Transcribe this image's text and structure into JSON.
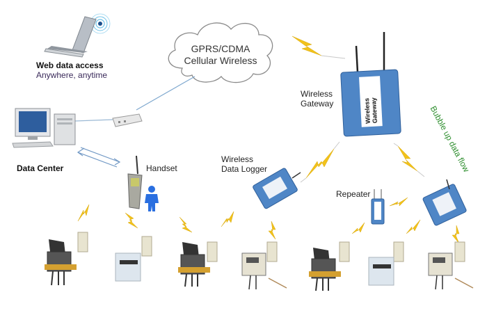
{
  "title": "Wireless meter reading network diagram",
  "nodes": {
    "web_access": {
      "title": "Web data access",
      "subtitle": "Anywhere, anytime",
      "icon": "laptop-icon"
    },
    "cloud": {
      "line1": "GPRS/CDMA",
      "line2": "Cellular Wireless",
      "icon": "cloud-icon"
    },
    "gateway": {
      "label_line1": "Wireless",
      "label_line2": "Gateway",
      "device_text_line1": "Wireless",
      "device_text_line2": "Gateway",
      "icon": "gateway-icon"
    },
    "data_center": {
      "label": "Data Center",
      "icon": "computer-icon"
    },
    "modem": {
      "icon": "modem-icon"
    },
    "handset": {
      "label": "Handset",
      "icon": "handset-icon"
    },
    "data_logger": {
      "label_line1": "Wireless",
      "label_line2": "Data Logger",
      "icon": "data-logger-icon"
    },
    "repeater": {
      "label": "Repeater",
      "icon": "repeater-icon"
    },
    "flow_note": "Bubble up data flow"
  },
  "meters": [
    {
      "type": "water-meter"
    },
    {
      "type": "gas-meter"
    },
    {
      "type": "water-meter"
    },
    {
      "type": "heat-meter"
    },
    {
      "type": "water-meter"
    },
    {
      "type": "gas-meter"
    },
    {
      "type": "heat-meter"
    }
  ],
  "colors": {
    "device_blue": "#4f86c6",
    "lightning": "#f2c21b",
    "flow_text": "#2f8f2f",
    "link_line": "#7fa8cf"
  }
}
